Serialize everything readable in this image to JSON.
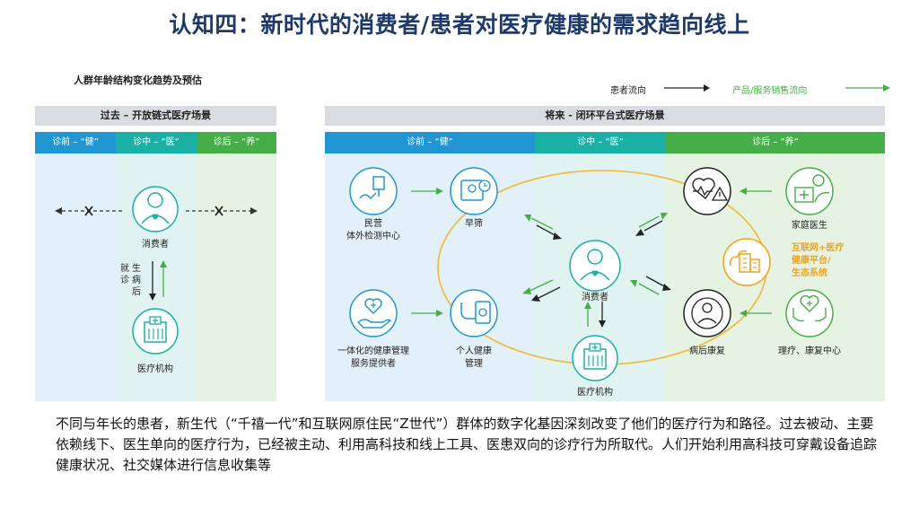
{
  "title": "认知四：新时代的消费者/患者对医疗健康的需求趋向线上",
  "subtitle": "人群年龄结构变化趋势及预估",
  "legend": {
    "patient_flow": "患者流向",
    "product_flow": "产品/服务销售流向"
  },
  "colors": {
    "blue": "#2196d3",
    "teal": "#1bb0a6",
    "green": "#45ae48",
    "gold": "#f0a31c",
    "panel_head": "#d9dde2"
  },
  "past": {
    "header": "过去 – 开放链式医疗场景",
    "stages": [
      "诊前 – “健”",
      "诊中 – “医”",
      "诊后 – “养”"
    ],
    "consumer": "消费者",
    "institution": "医疗机构",
    "vertical_label": [
      "就",
      "诊",
      "生",
      "病",
      "后"
    ]
  },
  "future": {
    "header": "将来 - 闭环平台式医疗场景",
    "stages": [
      "诊前 – “健”",
      "诊中 – “医”",
      "诊后 – “养”"
    ],
    "nodes": {
      "private_center": [
        "民营",
        "体外检测中心"
      ],
      "screening": "早筛",
      "consumer": "消费者",
      "health_mgmt": [
        "一体化的健康管理",
        "服务提供者"
      ],
      "personal_health": [
        "个人健康",
        "管理"
      ],
      "institution": "医疗机构",
      "family_doctor": "家庭医生",
      "platform": [
        "互联网+医疗",
        "健康平台/",
        "生态系统"
      ],
      "rehab": "病后康复",
      "therapy_center": "理疗、康复中心"
    }
  },
  "paragraph": "不同与年长的患者，新生代（“千禧一代”和互联网原住民“Z世代”）群体的数字化基因深刻改变了他们的医疗行为和路径。过去被动、主要依赖线下、医生单向的医疗行为，已经被主动、利用高科技和线上工具、医患双向的诊疗行为所取代。人们开始利用高科技可穿戴设备追踪健康状况、社交媒体进行信息收集等"
}
